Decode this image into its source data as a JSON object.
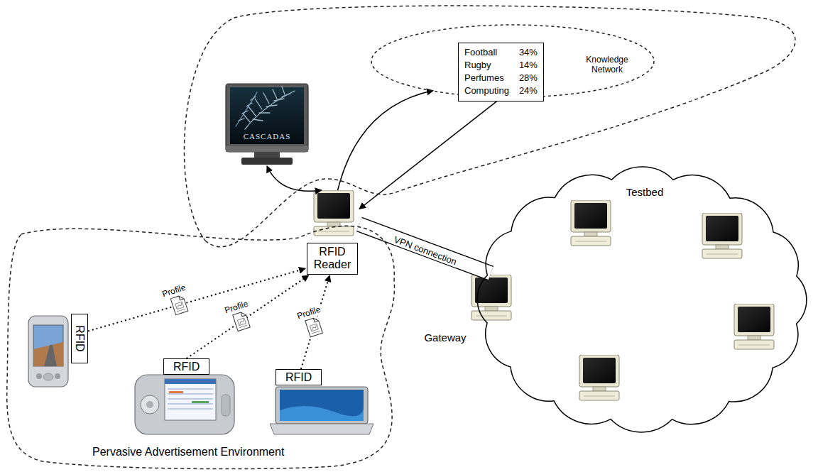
{
  "diagram": {
    "nodes": [
      {
        "text": [
          "Knowledge Network"
        ]
      },
      {
        "text": [
          "Football",
          "34%",
          "Rugby",
          "14%",
          "Perfumes",
          "28%",
          "Computing",
          "24%"
        ],
        "in": 0
      },
      {
        "text": [
          "CASCADAS"
        ]
      },
      {
        "text": [
          "RFID Reader"
        ]
      },
      {
        "text": [
          "Testbed"
        ]
      },
      {
        "text": [
          "Gateway"
        ]
      },
      {
        "text": [
          "Pervasive Advertisement Environment"
        ]
      },
      {
        "text": [
          "RFID"
        ],
        "in": 6
      },
      {
        "text": [
          "RFID"
        ],
        "in": 6
      },
      {
        "text": [
          "RFID"
        ],
        "in": 6
      }
    ],
    "edges": [
      {
        "from": 2,
        "to": 3,
        "arrow": "both"
      },
      {
        "from": 3,
        "to": 0,
        "arrow": "to"
      },
      {
        "from": 1,
        "to": 3,
        "arrow": "to"
      },
      {
        "from": 3,
        "to": 5,
        "label": "VPN connection",
        "arrow": "none"
      },
      {
        "from": 7,
        "to": 3,
        "label": "Profile",
        "arrow": "to"
      },
      {
        "from": 8,
        "to": 3,
        "label": "Profile",
        "arrow": "to"
      },
      {
        "from": 9,
        "to": 3,
        "label": "Profile",
        "arrow": "to"
      }
    ]
  }
}
